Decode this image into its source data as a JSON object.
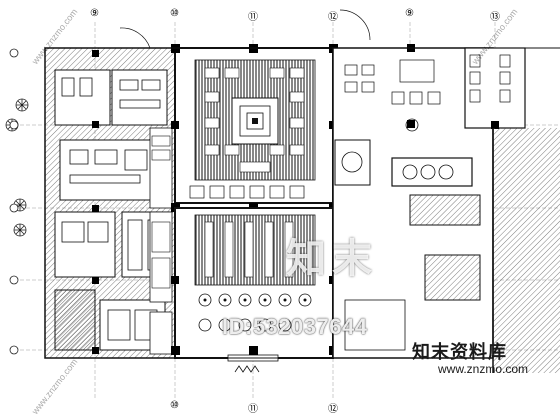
{
  "grid": {
    "top_markers": [
      "⑨",
      "⑩",
      "⑪",
      "⑫",
      "⑨",
      "⑬"
    ],
    "bottom_markers": [
      "⑩",
      "⑪",
      "⑫"
    ]
  },
  "watermarks": {
    "id_text": "ID:532037644",
    "brand": "知末资料库",
    "url": "www.znzmo.com",
    "logo": "知末",
    "diagonal": "www.znzmo.com"
  },
  "colors": {
    "line": "#000000",
    "hatch": "#555555",
    "background": "#ffffff"
  }
}
